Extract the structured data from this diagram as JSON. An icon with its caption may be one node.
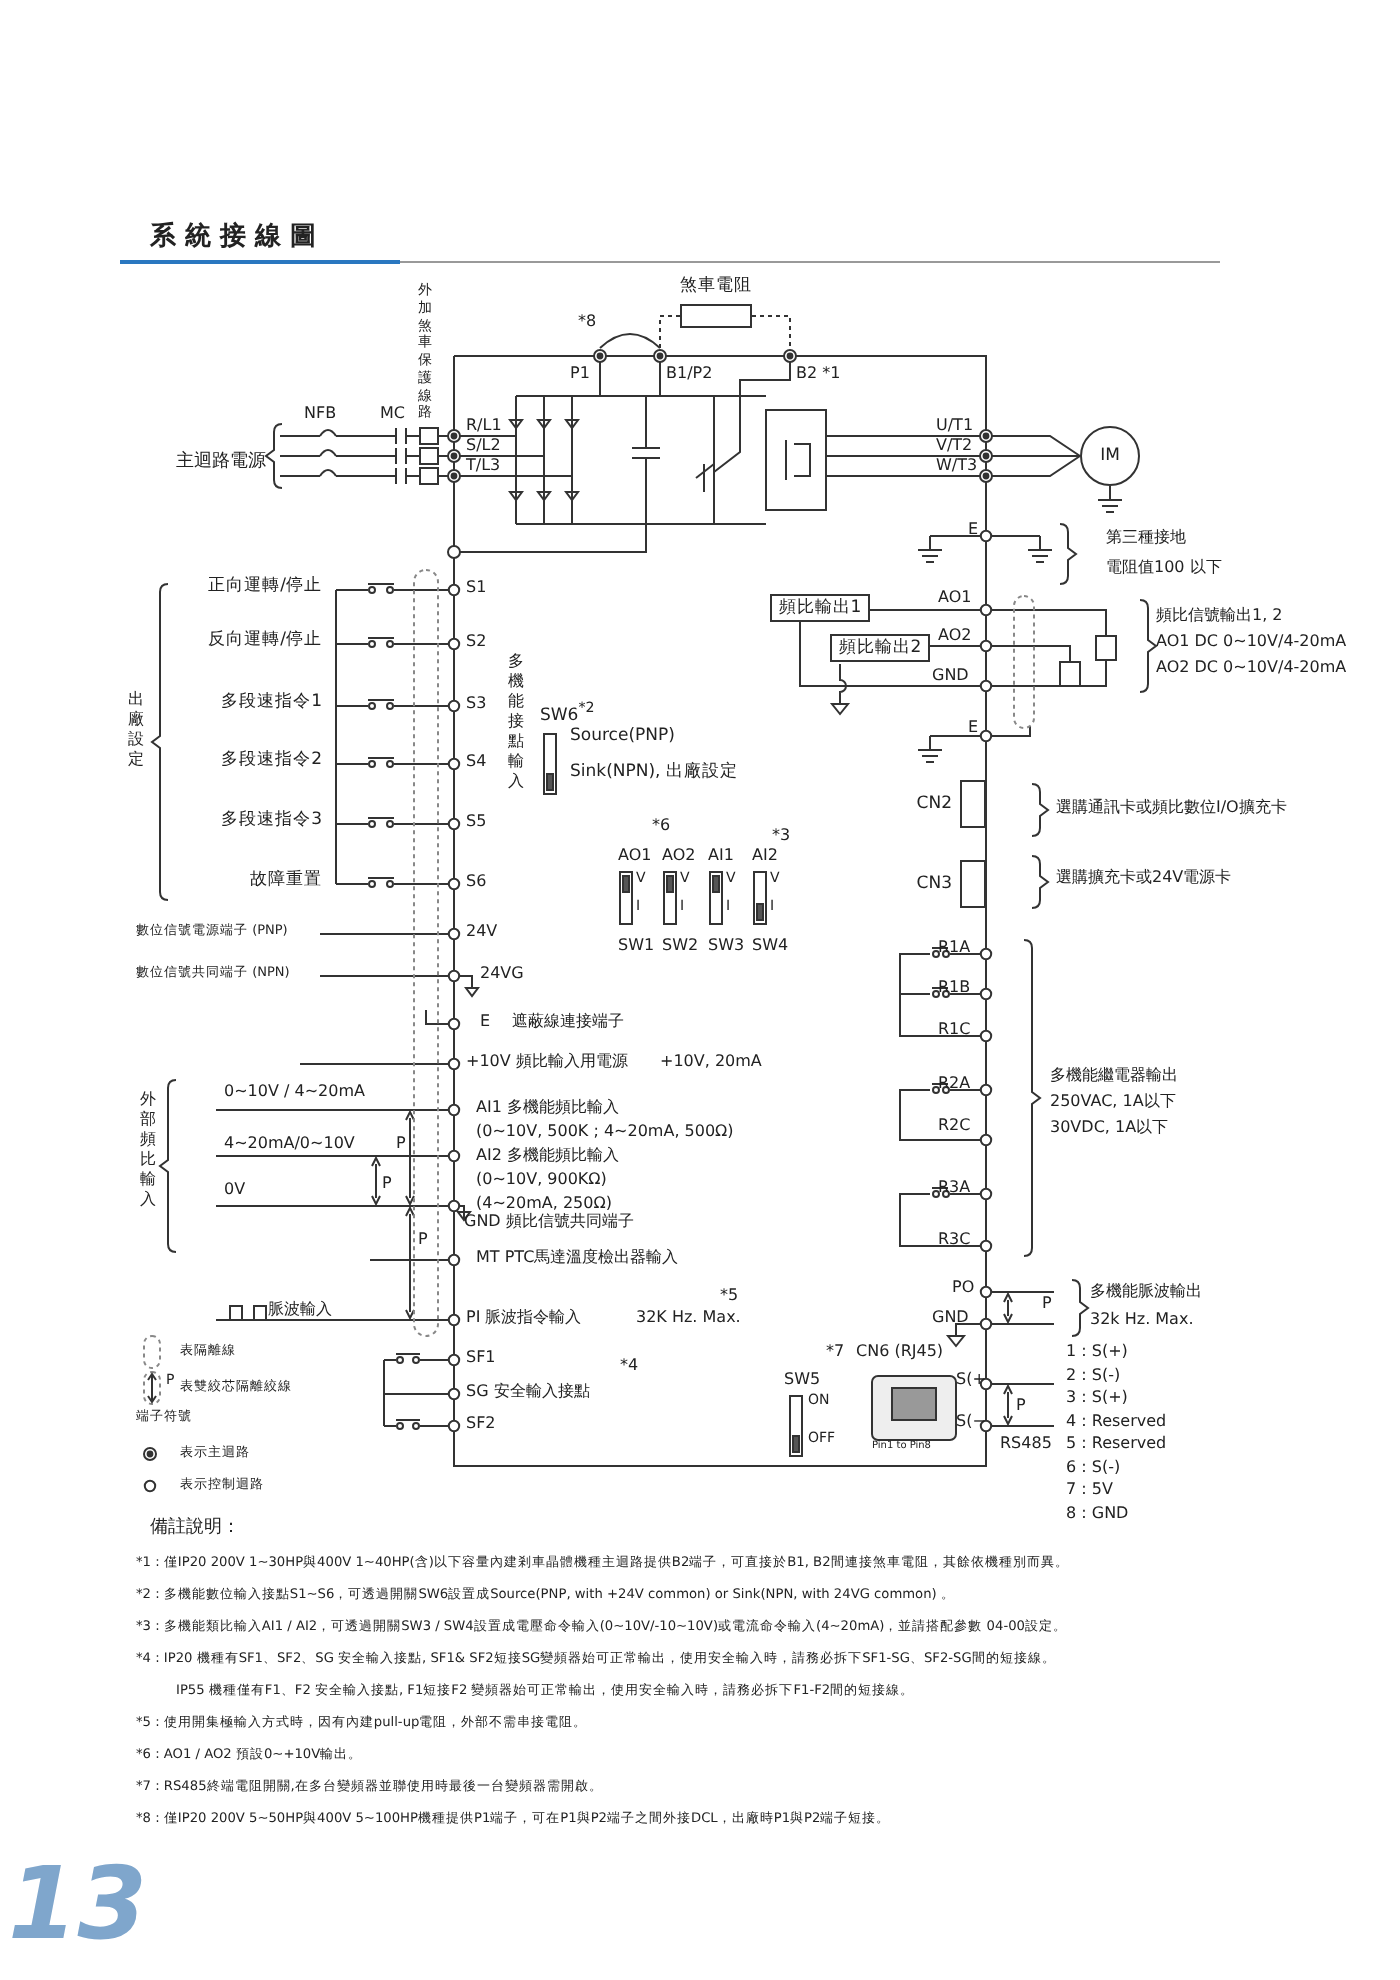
{
  "diagram": {
    "title": "系 統 接 線 圖",
    "nodes": [
      {
        "text": [
          "煞車電阻"
        ]
      },
      {
        "text": [
          "IM"
        ]
      },
      {
        "text": [
          "頻比輸出1"
        ]
      },
      {
        "text": [
          "頻比輸出2"
        ]
      },
      {
        "text": [
          "CN2"
        ]
      },
      {
        "text": [
          "CN3"
        ]
      }
    ],
    "labels": [
      "外加煞車保護線路",
      "*8",
      "P1",
      "B1/P2",
      "B2 *1",
      "NFB",
      "MC",
      "主迴路電源",
      "R/L1",
      "S/L2",
      "T/L3",
      "U/T1",
      "V/T2",
      "W/T3",
      "E",
      "第三種接地",
      "電阻值100 以下",
      "AO1",
      "AO2",
      "GND",
      "頻比信號輸出1, 2",
      "AO1 DC 0~10V/4-20mA",
      "AO2 DC 0~10V/4-20mA",
      "正向運轉/停止",
      "S1",
      "反向運轉/停止",
      "S2",
      "多機能接點輸入",
      "多段速指令1",
      "S3",
      "SW6$^{*2}$",
      "Source(PNP)",
      "多段速指令2",
      "S4",
      "Sink(NPN), 出廠設定",
      "E",
      "選購通訊卡或頻比數位I/O擴充卡",
      "多段速指令3",
      "S5",
      "*6",
      "*3",
      "AO1",
      "AO2",
      "AI1",
      "AI2",
      "故障重置",
      "S6",
      "選購擴充卡或24V電源卡",
      "V",
      "I",
      "V",
      "I",
      "V",
      "I",
      "V",
      "I",
      "SW1",
      "SW2",
      "SW3",
      "SW4",
      "出廠設定",
      "數位信號電源端子 (PNP)",
      "24V",
      "R1A",
      "數位信號共同端子 (NPN)",
      "24VG",
      "R1B",
      "E",
      "遮蔽線連接端子",
      "R1C",
      "+10V 頻比輸入用電源",
      "+10V, 20mA",
      "R2A",
      "多機能繼電器輸出",
      "250VAC, 1A以下",
      "30VDC, 1A以下",
      "0~10V / 4~20mA",
      "外部頻比輸入",
      "AI1  多機能頻比輸入",
      "(0~10V, 500K ; 4~20mA, 500Ω)",
      "4~20mA/0~10V",
      "AI2  多機能頻比輸入",
      "R2C",
      "(0~10V, 900KΩ)",
      "0V",
      "(4~20mA, 250Ω)",
      "R3A",
      "GND 頻比信號共同端子",
      "R3C",
      "MT PTC馬達溫度檢出器輸入",
      "PO",
      "*5",
      "脈波輸入",
      "PI  脈波指令輸入",
      "32K Hz. Max.",
      "GND",
      "多機能脈波輸出",
      "32k Hz. Max.",
      "*7",
      "CN6 (RJ45)",
      "1 : S(+)",
      "2 : S(-)",
      "3 : S(+)",
      "4 : Reserved",
      "5 : Reserved",
      "6 : S(-)",
      "7 : 5V",
      "8 : GND",
      "SF1",
      "*4",
      "SW5",
      "ON",
      "S(+",
      "SG  安全輸入接點",
      "SF2",
      "S(−",
      "OFF",
      "Pin1 to Pin8",
      "RS485",
      "端子符號",
      "P",
      "P",
      "P",
      "P",
      "P",
      "P",
      "備註說明：",
      "*1 : 僅IP20 200V 1~30HP與400V 1~40HP(含)以下容量內建剎車晶體機種主迴路提供B2端子，可直接於B1, B2間連接煞車電阻，其餘依機種別而異。",
      "*2 : 多機能數位輸入接點S1~S6，可透過開關SW6設置成Source(PNP, with +24V common) or Sink(NPN, with 24VG common) 。",
      "*3 : 多機能類比輸入AI1 / AI2，可透過開關SW3 / SW4設置成電壓命令輸入(0~10V/-10~10V)或電流命令輸入(4~20mA)，並請搭配參數 04-00設定。",
      "*4 : IP20 機種有SF1、SF2、SG 安全輸入接點, SF1& SF2短接SG變頻器始可正常輸出，使用安全輸入時，請務必拆下SF1-SG、SF2-SG間的短接線。",
      "IP55 機種僅有F1、F2 安全輸入接點, F1短接F2 變頻器始可正常輸出，使用安全輸入時，請務必拆下F1-F2間的短接線。",
      "*5 : 使用開集極輸入方式時，因有內建pull-up電阻，外部不需串接電阻。",
      "*6 : AO1 / AO2 預設0~+10V輸出。",
      "*7 : RS485終端電阻開關,在多台變頻器並聯使用時最後一台變頻器需開啟。",
      "*8 : 僅IP20 200V 5~50HP與400V 5~100HP機種提供P1端子，可在P1與P2端子之間外接DCL，出廠時P1與P2端子短接。",
      "13"
    ],
    "legend": [
      {
        "text": "表隔離線"
      },
      {
        "text": "表雙絞芯隔離絞線"
      },
      {
        "text": "表示主迴路"
      },
      {
        "text": "表示控制迴路"
      }
    ]
  }
}
